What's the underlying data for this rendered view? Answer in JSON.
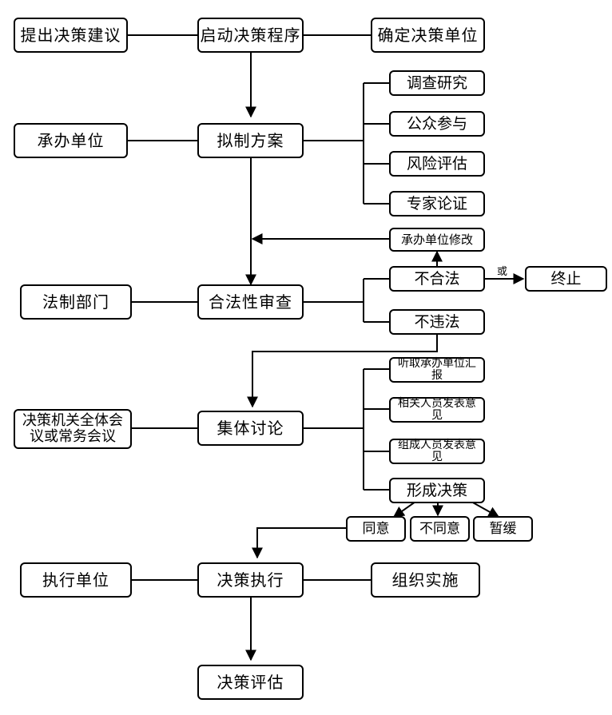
{
  "nodes": {
    "tichu": "提出决策建议",
    "qidong": "启动决策程序",
    "queding": "确定决策单位",
    "chengban": "承办单位",
    "nizhi": "拟制方案",
    "diaocha": "调查研究",
    "gongzhong": "公众参与",
    "fengxian": "风险评估",
    "zhuanjia": "专家论证",
    "xiugai": "承办单位修改",
    "fazhi": "法制部门",
    "hefa": "合法性审查",
    "buhefa": "不合法",
    "zhongzhi": "终止",
    "buweifa": "不违法",
    "jiguan": "决策机关全体会议或常务会议",
    "jiti": "集体讨论",
    "tingqu": "听取承办单位汇报",
    "xiangguan": "相关人员发表意见",
    "zucheng": "组成人员发表意见",
    "xingcheng": "形成决策",
    "tongyi": "同意",
    "butongyi": "不同意",
    "zanhuan": "暂缓",
    "zhixingdanwei": "执行单位",
    "zhixing": "决策执行",
    "zuzhi": "组织实施",
    "pinggu": "决策评估"
  },
  "labels": {
    "huo": "或"
  }
}
